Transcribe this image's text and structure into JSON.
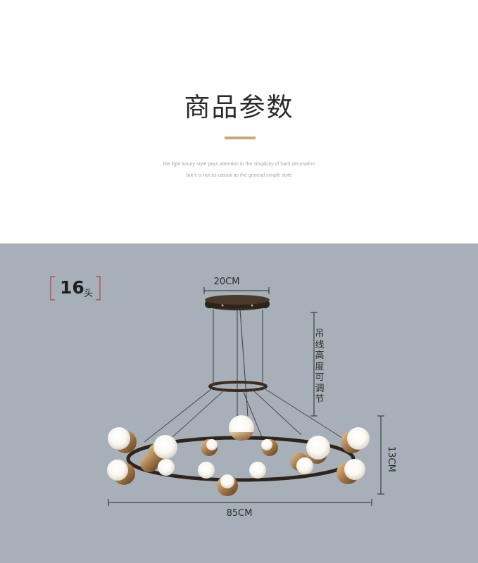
{
  "header": {
    "title": "商品参数",
    "subtitle_line1": "the light luxury style pays attention to the simplicity of  hard decoration",
    "subtitle_line2": "but it is not as casual  as the general simple style",
    "accent_color": "#c9a877"
  },
  "product": {
    "heads_count": "16",
    "heads_unit": "头",
    "canopy_width": "20CM",
    "hanging_note": "吊线高度可调节",
    "ring_height": "13CM",
    "ring_diameter": "85CM",
    "background_color": "#a7b0b8"
  }
}
